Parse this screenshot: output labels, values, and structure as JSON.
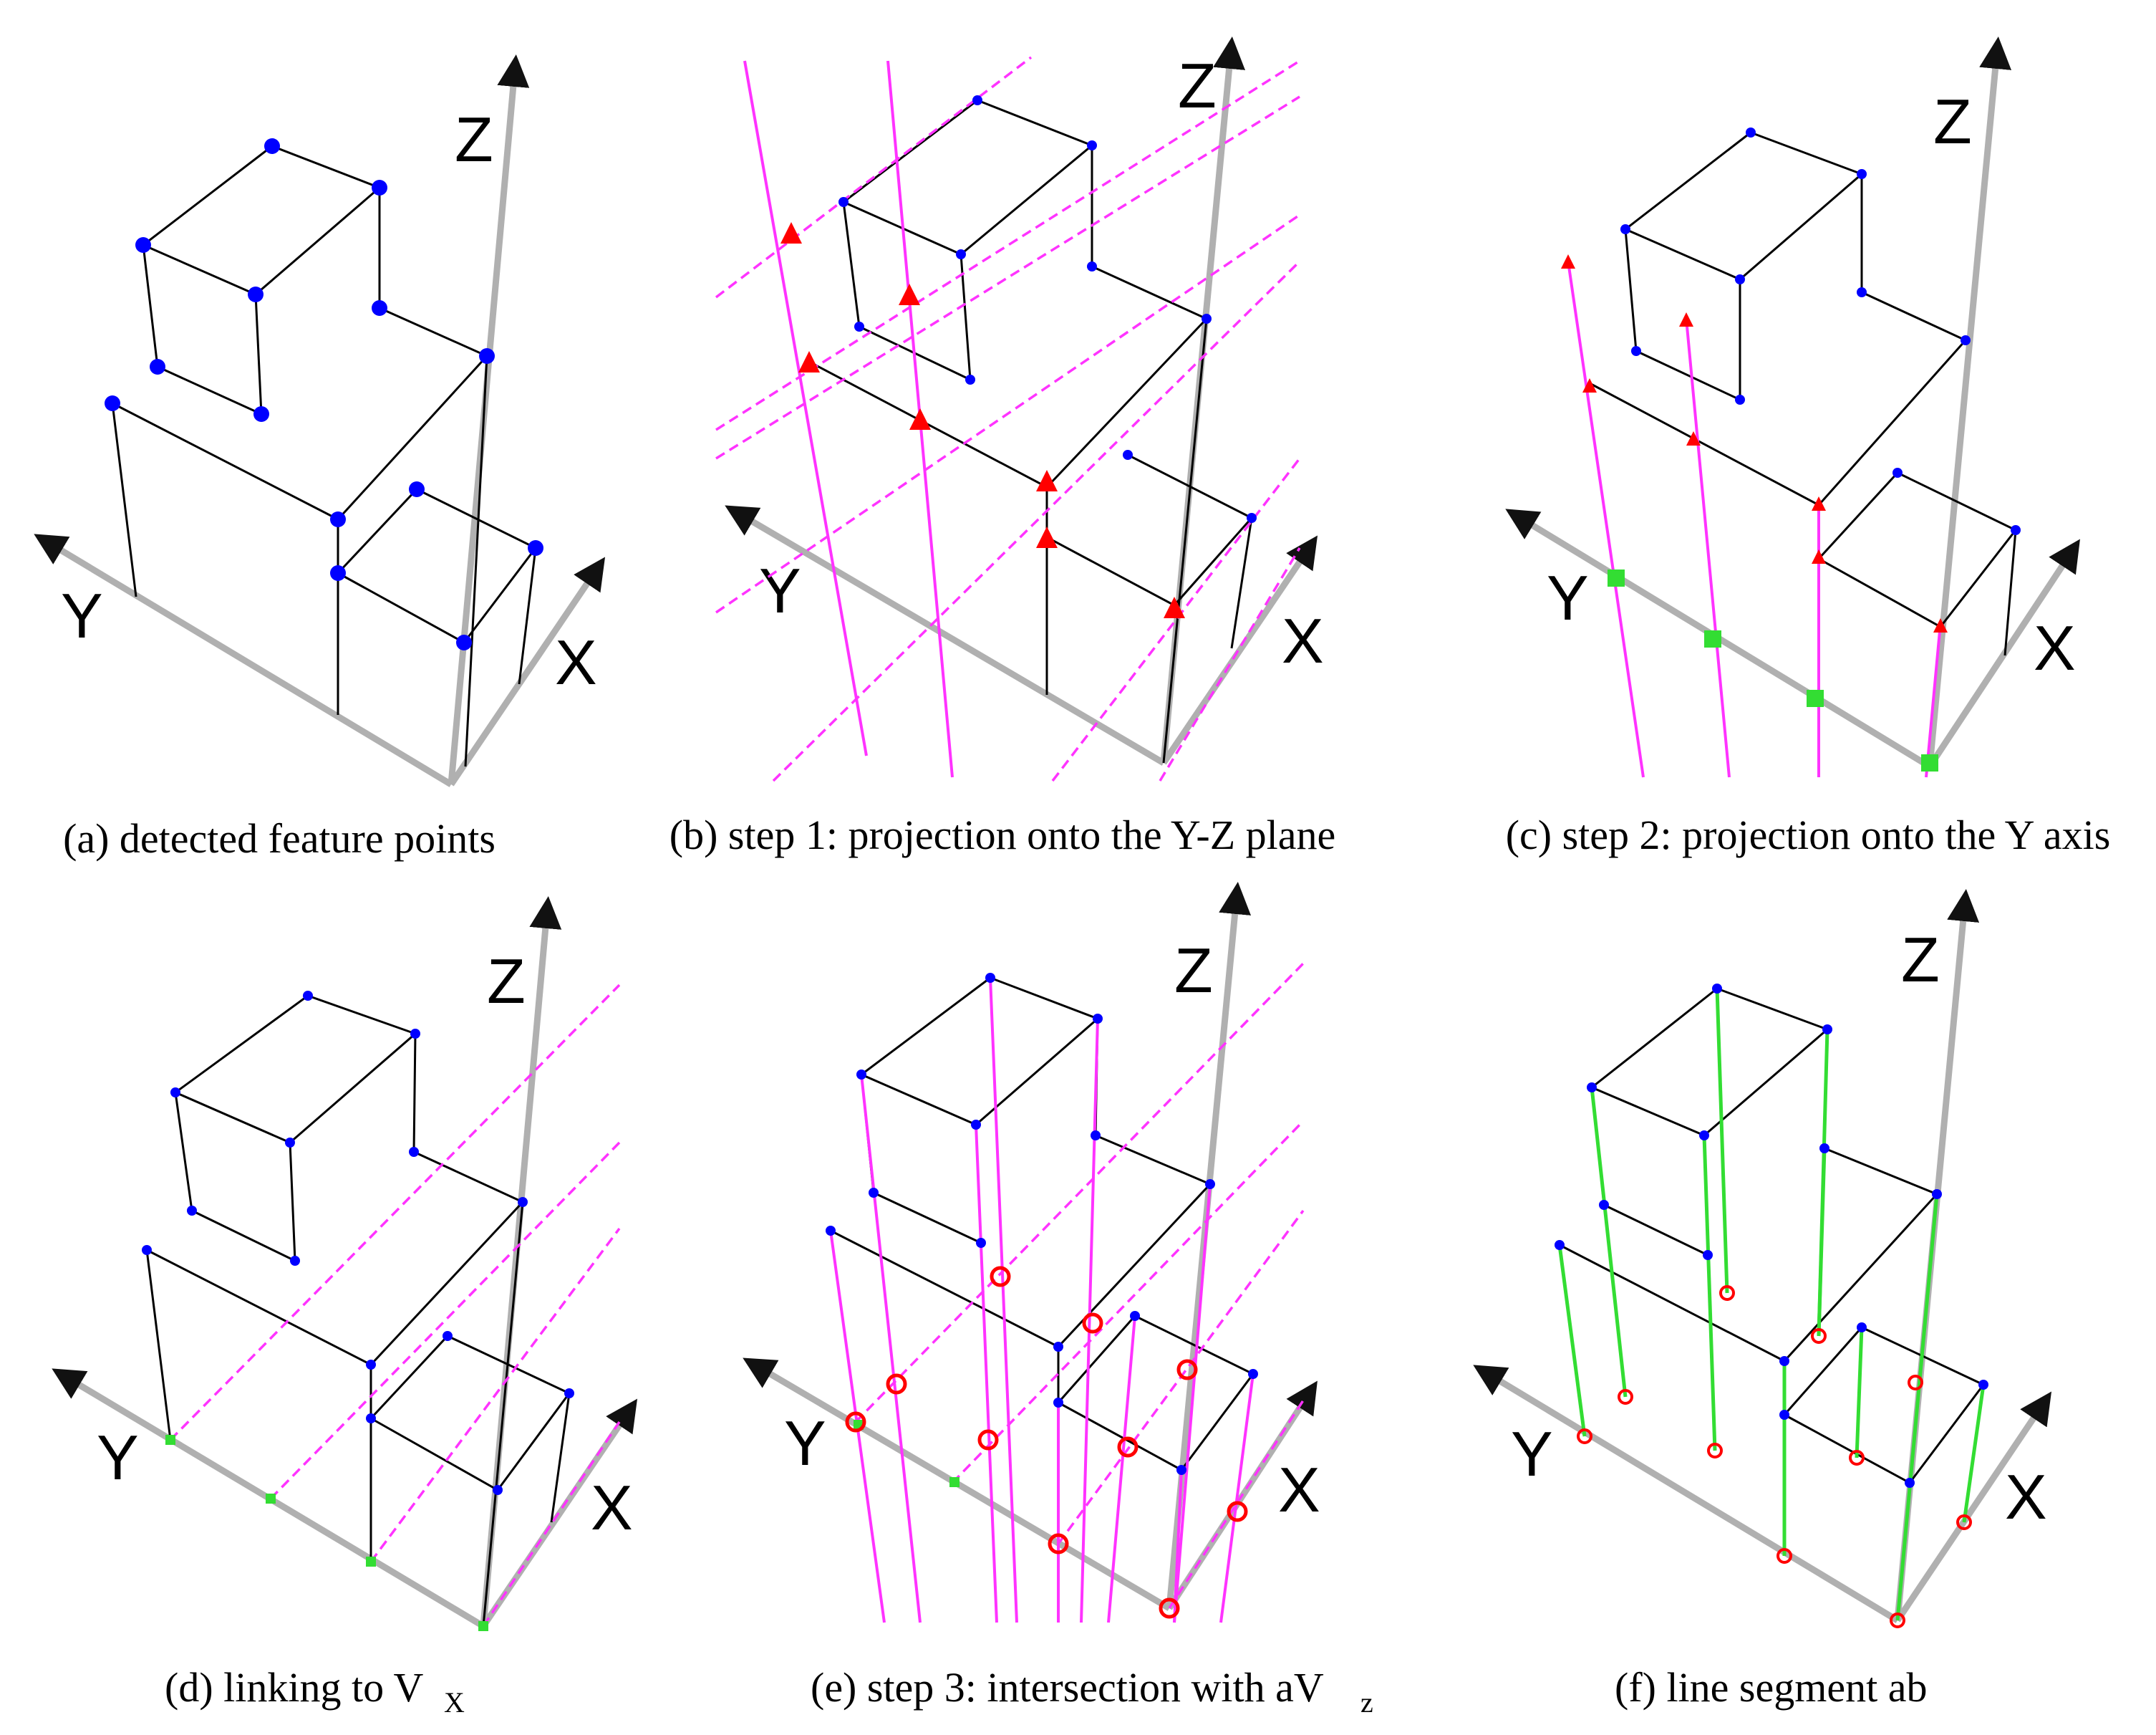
{
  "colors": {
    "edge": "#000000",
    "axis": "#b0b0b0",
    "arrowhead": "#111111",
    "feature_point": "#0000ff",
    "projection_line": "#ff33ff",
    "triangle_marker": "#ff0000",
    "axis_point": "#33dd33",
    "intersection_circle": "#ff0000",
    "segment": "#33dd33"
  },
  "axis_labels": {
    "x": "X",
    "y": "Y",
    "z": "Z"
  },
  "panels": [
    {
      "id": "a",
      "caption": "(a) detected feature points",
      "caption_sub": ""
    },
    {
      "id": "b",
      "caption": "(b) step 1: projection onto the Y-Z plane",
      "caption_sub": ""
    },
    {
      "id": "c",
      "caption": "(c) step 2: projection onto the Y axis",
      "caption_sub": ""
    },
    {
      "id": "d",
      "caption": "(d) linking to V",
      "caption_sub": "X"
    },
    {
      "id": "e",
      "caption": "(e) step 3: intersection with aV",
      "caption_sub": "z"
    },
    {
      "id": "f",
      "caption": "(f) line segment ab",
      "caption_sub": ""
    }
  ]
}
